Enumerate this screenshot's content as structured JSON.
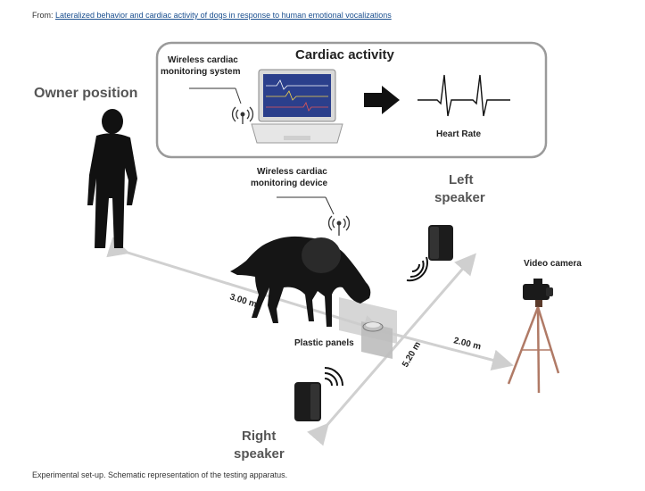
{
  "header": {
    "from_prefix": "From: ",
    "article_link": "Lateralized behavior and cardiac activity of dogs in response to human emotional vocalizations"
  },
  "diagram": {
    "owner_position": "Owner position",
    "cardiac_activity": "Cardiac activity",
    "system_line1": "Wireless cardiac",
    "system_line2": "monitoring system",
    "heart_rate": "Heart Rate",
    "device_line1": "Wireless cardiac",
    "device_line2": "monitoring device",
    "left_speaker_line1": "Left",
    "left_speaker_line2": "speaker",
    "right_speaker_line1": "Right",
    "right_speaker_line2": "speaker",
    "video_camera": "Video camera",
    "plastic_panels": "Plastic panels",
    "dist_owner": "3.00 m",
    "dist_speakers": "5.20 m",
    "dist_camera": "2.00 m"
  },
  "caption": "Experimental set-up. Schematic representation of the testing apparatus."
}
